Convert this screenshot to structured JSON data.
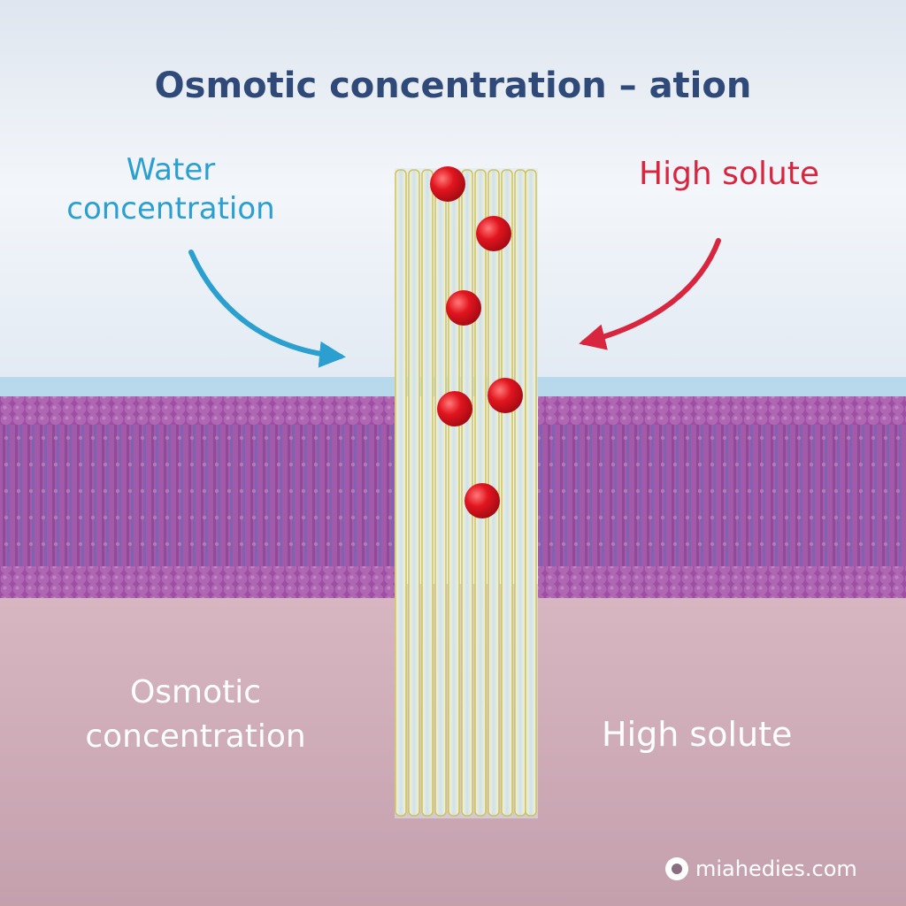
{
  "title": "Osmotic concentration – ation",
  "labels": {
    "water_line1": "Water",
    "water_line2": "concentration",
    "high_solute_top": "High solute",
    "osmotic_line1": "Osmotic",
    "osmotic_line2": "concentration",
    "high_solute_bottom": "High  solute"
  },
  "watermark": "miahedies.com",
  "colors": {
    "title": "#2f4a78",
    "water_arrow": "#2a9fd0",
    "solute_arrow": "#d8263f",
    "membrane": "#a45aa8",
    "solute_particle": "#d9141e",
    "channel": "#e2d98a"
  },
  "icons": {
    "water_arrow": "curved-arrow-right-icon",
    "solute_arrow": "curved-arrow-left-icon",
    "watermark_logo": "circle-logo-icon"
  }
}
